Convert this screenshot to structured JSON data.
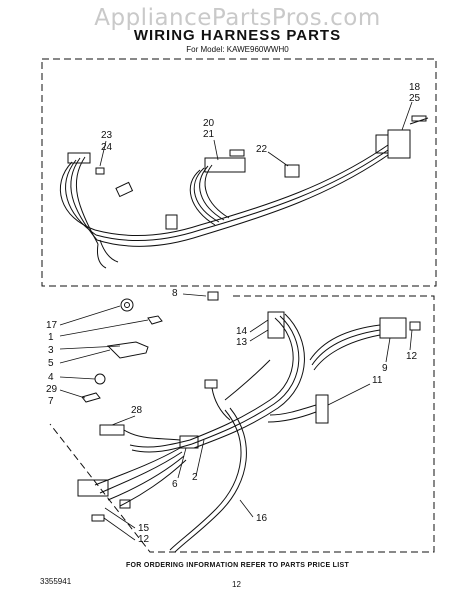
{
  "watermark": "AppliancePartsPros.com",
  "title": "WIRING HARNESS PARTS",
  "model_line": "For Model: KAWE960WWH0",
  "footer_note": "FOR ORDERING INFORMATION REFER TO PARTS PRICE LIST",
  "doc_number": "3355941",
  "page_number": "12",
  "callouts": {
    "c23": "23",
    "c24": "24",
    "c20": "20",
    "c21": "21",
    "c22": "22",
    "c18": "18",
    "c25": "25",
    "c8": "8",
    "c17": "17",
    "c1": "1",
    "c3": "3",
    "c5": "5",
    "c4": "4",
    "c29": "29",
    "c7": "7",
    "c14": "14",
    "c13": "13",
    "c12a": "12",
    "c9": "9",
    "c11": "11",
    "c28": "28",
    "c6": "6",
    "c2": "2",
    "c16": "16",
    "c15": "15",
    "c12b": "12"
  }
}
